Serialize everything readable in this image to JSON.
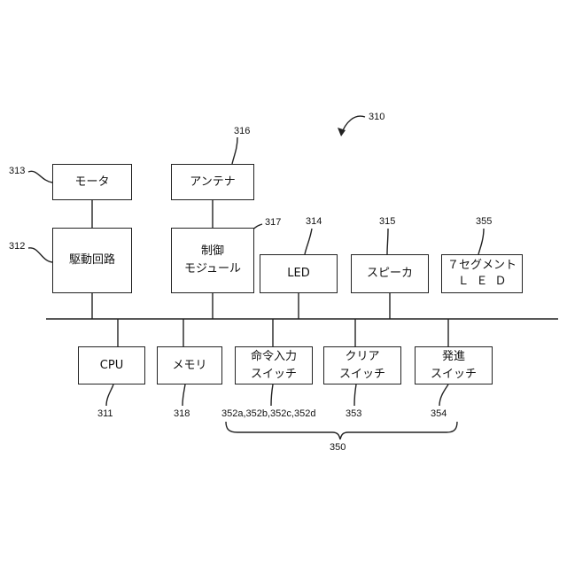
{
  "figure_ref": "310",
  "top_blocks": {
    "motor": {
      "label": "モータ",
      "ref": "313"
    },
    "drive_circuit": {
      "label": "駆動回路",
      "ref": "312"
    },
    "antenna": {
      "label": "アンテナ",
      "ref": "316"
    },
    "control_module": {
      "line1": "制御",
      "line2": "モジュール",
      "ref": "317"
    },
    "led": {
      "label": "LED",
      "ref": "314"
    },
    "speaker": {
      "label": "スピーカ",
      "ref": "315"
    },
    "seven_segment": {
      "line1": "７セグメント",
      "line2": "ＬＥＤ",
      "ref": "355"
    }
  },
  "bottom_blocks": {
    "cpu": {
      "label": "CPU",
      "ref": "311"
    },
    "memory": {
      "label": "メモリ",
      "ref": "318"
    },
    "command_switch": {
      "line1": "命令入力",
      "line2": "スイッチ",
      "ref": "352a,352b,352c,352d"
    },
    "clear_switch": {
      "line1": "クリア",
      "line2": "スイッチ",
      "ref": "353"
    },
    "start_switch": {
      "line1": "発進",
      "line2": "スイッチ",
      "ref": "354"
    }
  },
  "group_ref": "350"
}
